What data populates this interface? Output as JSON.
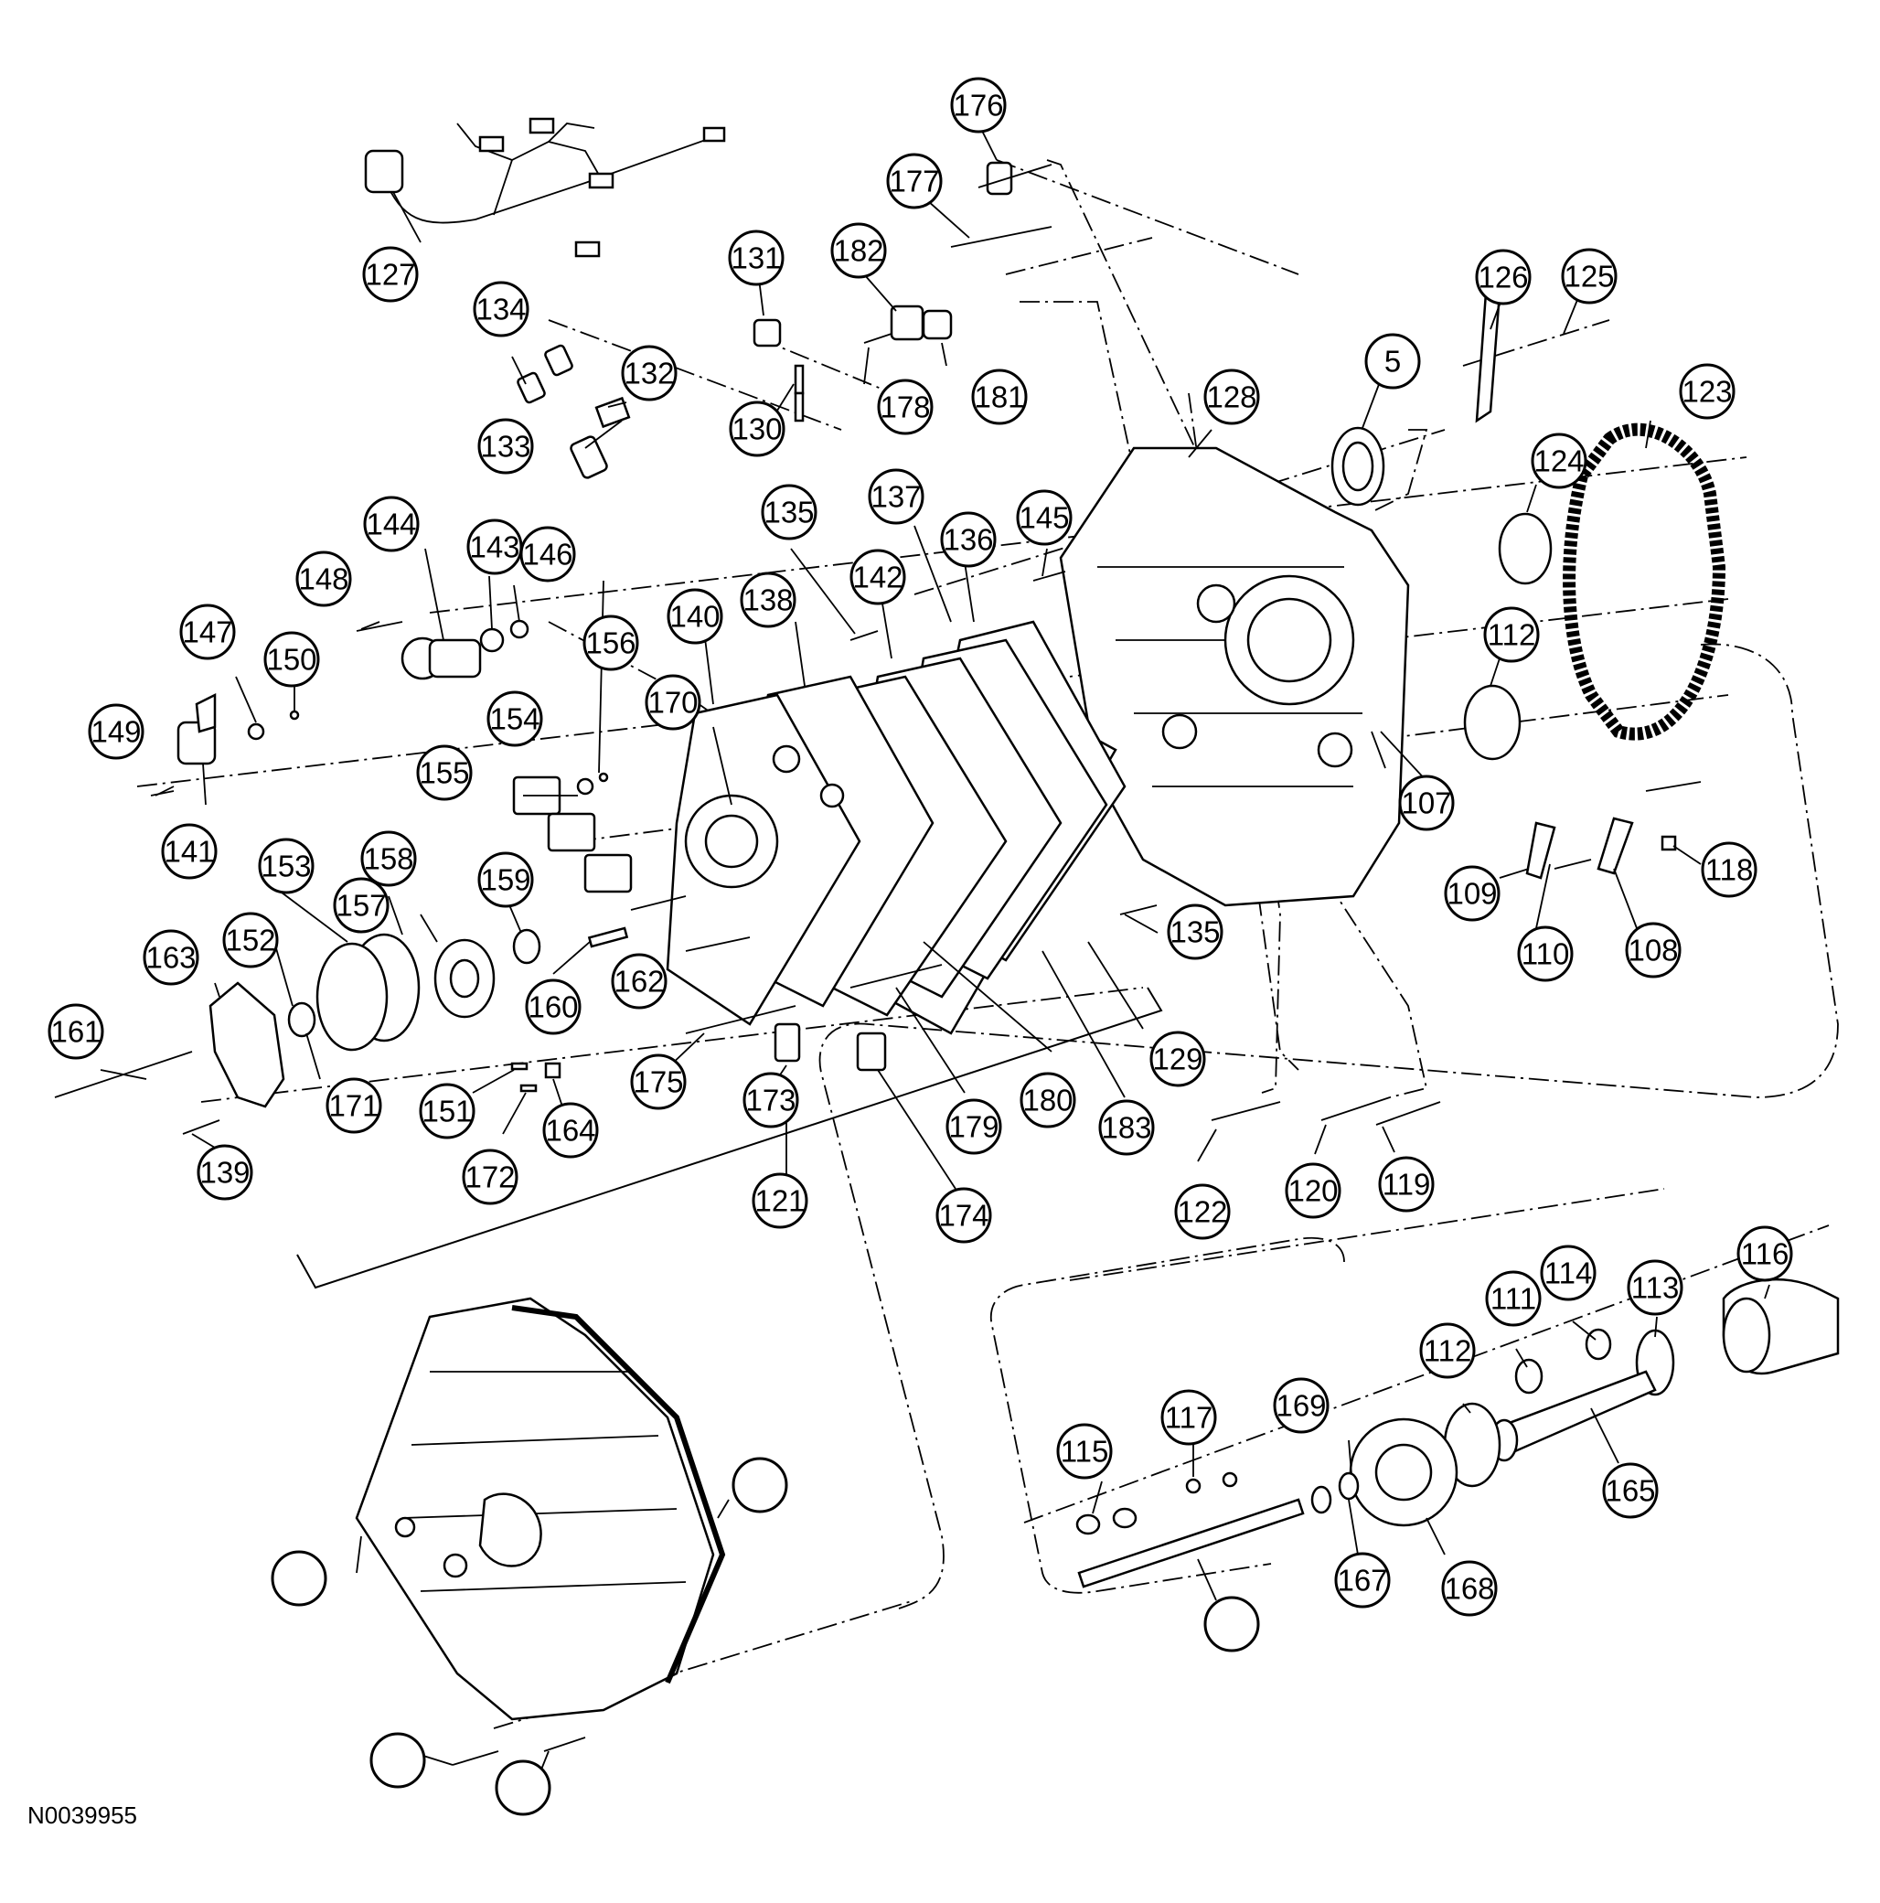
{
  "figure_id": "N0039955",
  "callouts": [
    "176",
    "177",
    "182",
    "131",
    "134",
    "132",
    "133",
    "130",
    "178",
    "181",
    "127",
    "126",
    "125",
    "5",
    "128",
    "123",
    "124",
    "112",
    "135",
    "137",
    "136",
    "145",
    "144",
    "143",
    "146",
    "148",
    "147",
    "150",
    "149",
    "141",
    "140",
    "138",
    "142",
    "170",
    "156",
    "154",
    "155",
    "153",
    "158",
    "157",
    "159",
    "152",
    "163",
    "161",
    "162",
    "160",
    "171",
    "151",
    "164",
    "172",
    "139",
    "175",
    "173",
    "174",
    "179",
    "180",
    "183",
    "129",
    "121",
    "122",
    "120",
    "119",
    "107",
    "109",
    "110",
    "108",
    "118",
    "116",
    "114",
    "111",
    "113",
    "115",
    "117",
    "169",
    "165",
    "168",
    "167"
  ]
}
